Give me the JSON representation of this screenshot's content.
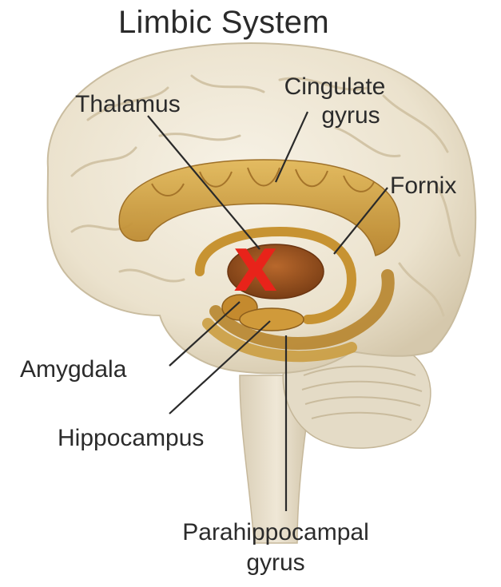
{
  "title": "Limbic System",
  "labels": {
    "thalamus": "Thalamus",
    "cingulate_gyrus_line1": "Cingulate",
    "cingulate_gyrus_line2": "gyrus",
    "fornix": "Fornix",
    "amygdala": "Amygdala",
    "hippocampus": "Hippocampus",
    "parahippocampal_line1": "Parahippocampal",
    "parahippocampal_line2": "gyrus"
  },
  "marker": {
    "symbol": "X",
    "color": "#e8231a"
  },
  "colors": {
    "brain_fill": "#efe7d5",
    "brain_shadow": "#d7ccb4",
    "limbic_gold": "#c99a3a",
    "limbic_dark": "#9a6a1f",
    "thalamus_brown": "#8c4a1e",
    "leader_line": "#2a2a2a"
  }
}
